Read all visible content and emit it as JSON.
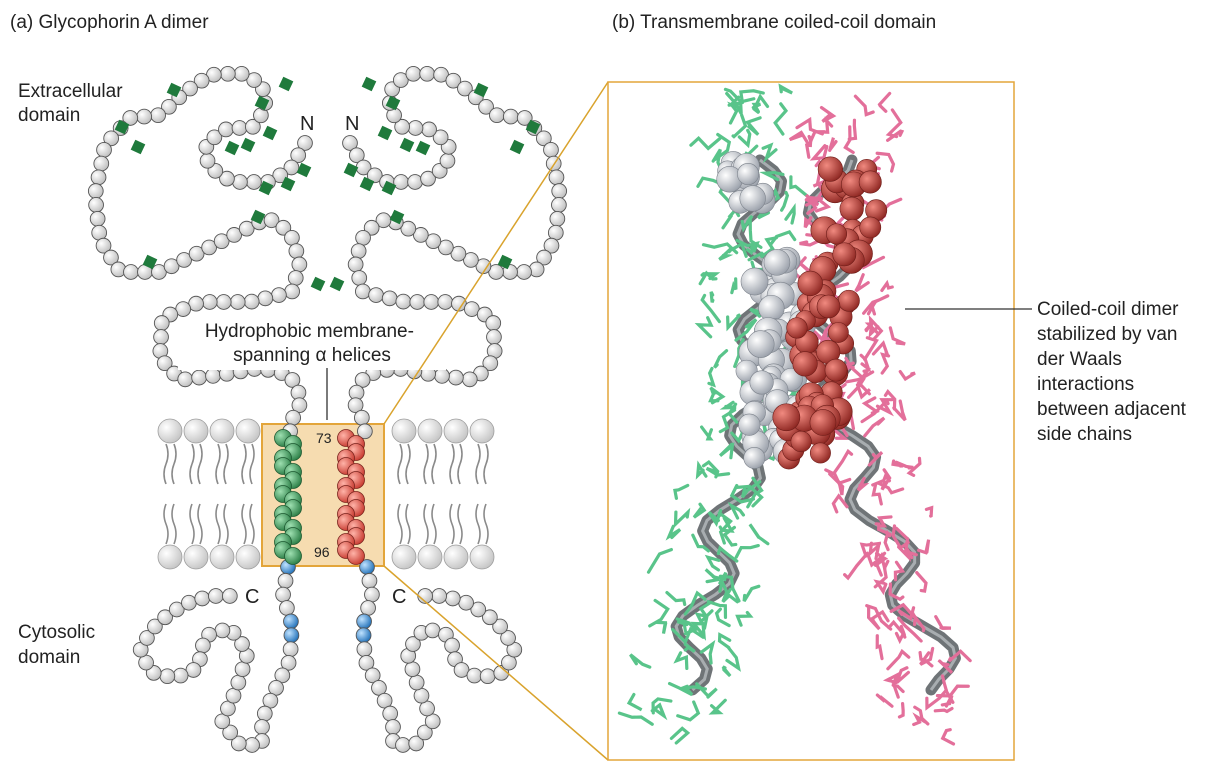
{
  "panel_a": {
    "title": "(a) Glycophorin A dimer",
    "extracellular_label": [
      "Extracellular",
      "domain"
    ],
    "cytosolic_label": [
      "Cytosolic",
      "domain"
    ],
    "helix_callout": [
      "Hydrophobic membrane-",
      "spanning α helices"
    ],
    "n_label_left": "N",
    "n_label_right": "N",
    "c_label_left": "C",
    "c_label_right": "C",
    "residue_start": "73",
    "residue_end": "96"
  },
  "panel_b": {
    "title": "(b) Transmembrane coiled-coil domain",
    "callout": [
      "Coiled-coil dimer",
      "stabilized by van",
      "der Waals",
      "interactions",
      "between adjacent",
      "side chains"
    ]
  },
  "colors": {
    "bead": "#e8e8e8",
    "glycan": "#1f7a3c",
    "helix_green": "#3d9a5a",
    "helix_red": "#e25a4c",
    "cyto_blue": "#2f8fd8",
    "highlight_fill": "#f6dcb0",
    "highlight_stroke": "#e3a53a",
    "leader": "#d9a32d",
    "lipid_head": "#d9d9d9",
    "space_fill_white": "#e3e5ea",
    "space_fill_red": "#c4453e",
    "stick_green": "#59c48a",
    "stick_pink": "#e36f9a",
    "ribbon": "#6f7477"
  }
}
